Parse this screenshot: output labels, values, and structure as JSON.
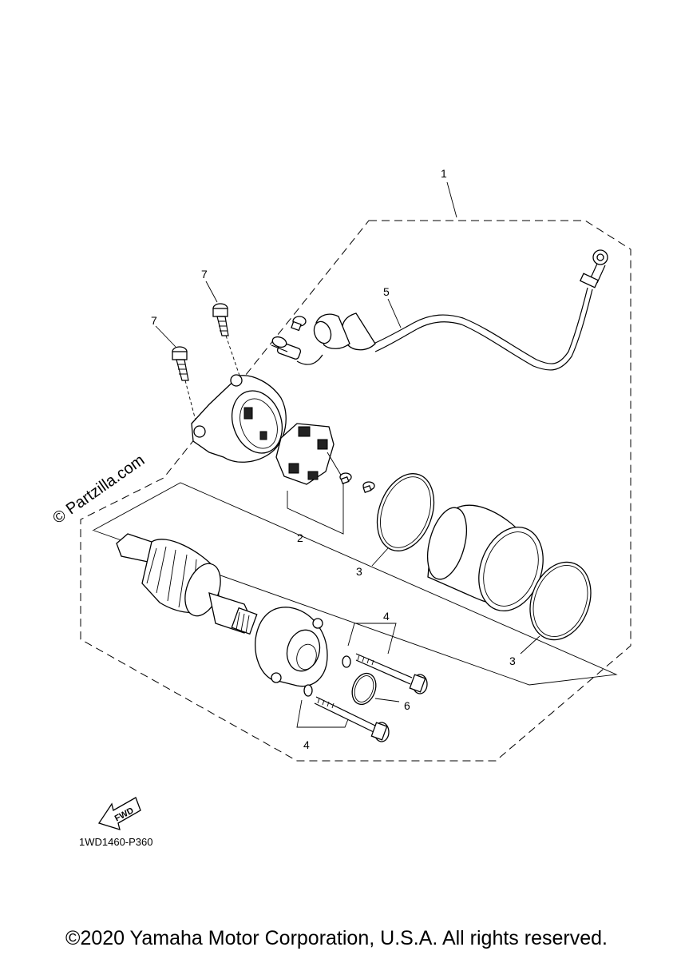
{
  "callouts": {
    "c1": "1",
    "c2": "2",
    "c3a": "3",
    "c3b": "3",
    "c4a": "4",
    "c4b": "4",
    "c5": "5",
    "c6": "6",
    "c7a": "7",
    "c7b": "7"
  },
  "watermark": "© Partzilla.com",
  "fwd_label": "FWD",
  "reference_code": "1WD1460-P360",
  "copyright": "©2020 Yamaha Motor Corporation, U.S.A. All rights reserved."
}
